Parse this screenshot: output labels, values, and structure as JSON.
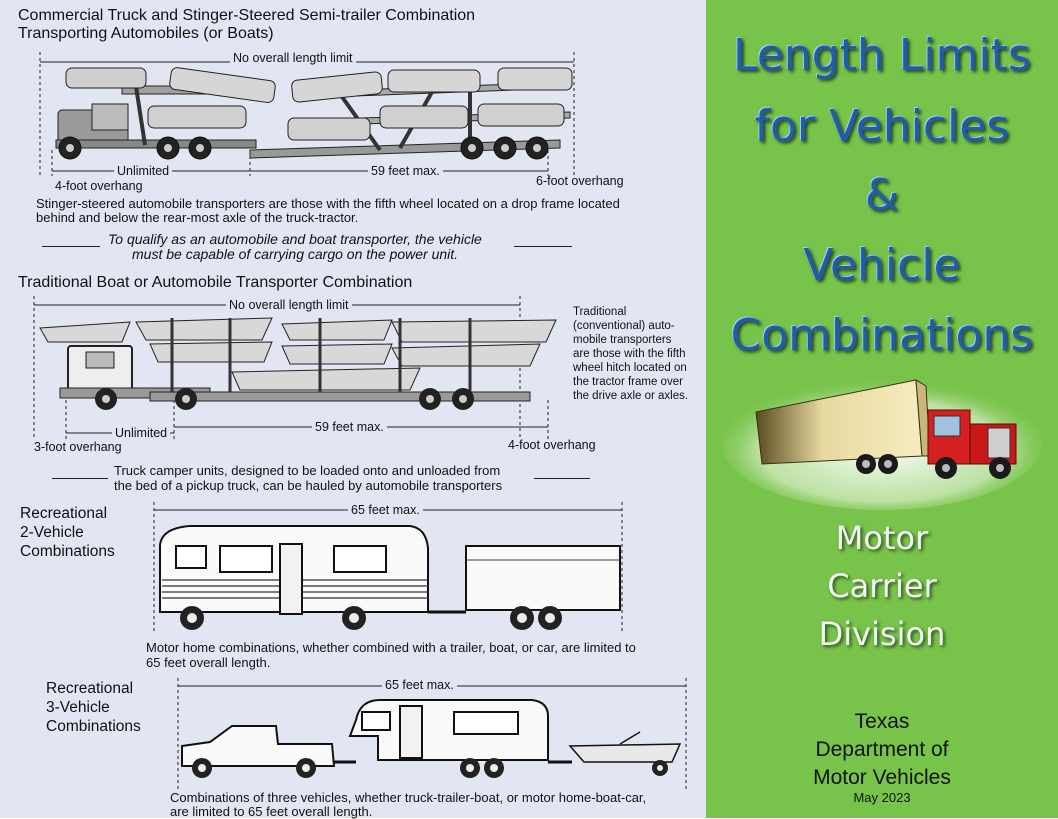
{
  "section1": {
    "heading_line1": "Commercial Truck and Stinger-Steered Semi-trailer Combination",
    "heading_line2": "Transporting Automobiles (or Boats)",
    "overall": "No overall length limit",
    "unlimited": "Unlimited",
    "front_overhang": "4-foot overhang",
    "max": "59 feet max.",
    "rear_overhang": "6-foot overhang",
    "desc_line1": "Stinger-steered automobile transporters are those with the fifth wheel located on a drop frame located",
    "desc_line2": "behind and below the rear-most axle of the truck-tractor.",
    "note_line1": "To qualify as an automobile and boat transporter, the vehicle",
    "note_line2": "must be capable of carrying cargo on the power unit."
  },
  "section2": {
    "heading": "Traditional Boat or Automobile Transporter Combination",
    "overall": "No overall length limit",
    "side_lines": [
      "Traditional",
      "(conventional) auto-",
      "mobile transporters",
      "are those with the fifth",
      "wheel hitch located on",
      "the tractor frame over",
      "the drive axle or axles."
    ],
    "front_overhang": "3-foot overhang",
    "unlimited": "Unlimited",
    "max": "59 feet max.",
    "rear_overhang": "4-foot overhang",
    "note_line1": "Truck camper units, designed to be loaded onto and unloaded from",
    "note_line2": "the bed of a pickup truck, can be hauled by automobile transporters"
  },
  "section3": {
    "label_lines": [
      "Recreational",
      "2-Vehicle",
      "Combinations"
    ],
    "max": "65 feet max.",
    "desc_line1": "Motor home combinations, whether combined with a trailer, boat, or car, are limited to",
    "desc_line2": "65 feet overall length."
  },
  "section4": {
    "label_lines": [
      "Recreational",
      "3-Vehicle",
      "Combinations"
    ],
    "max": "65 feet max.",
    "desc_line1": "Combinations of three vehicles, whether truck-trailer-boat, or motor home-boat-car,",
    "desc_line2": "are limited to 65 feet overall length."
  },
  "cover": {
    "title_lines": [
      "Length Limits",
      "for Vehicles",
      "&",
      "Vehicle",
      "Combinations"
    ],
    "division_lines": [
      "Motor",
      "Carrier",
      "Division"
    ],
    "agency_lines": [
      "Texas",
      "Department of",
      "Motor Vehicles"
    ],
    "date": "May 2023"
  },
  "colors": {
    "cover_bg": "#78c34a",
    "panel_bg": "#e2e6f2",
    "title_blue": "#1f5da8",
    "truck_red": "#d42020"
  }
}
